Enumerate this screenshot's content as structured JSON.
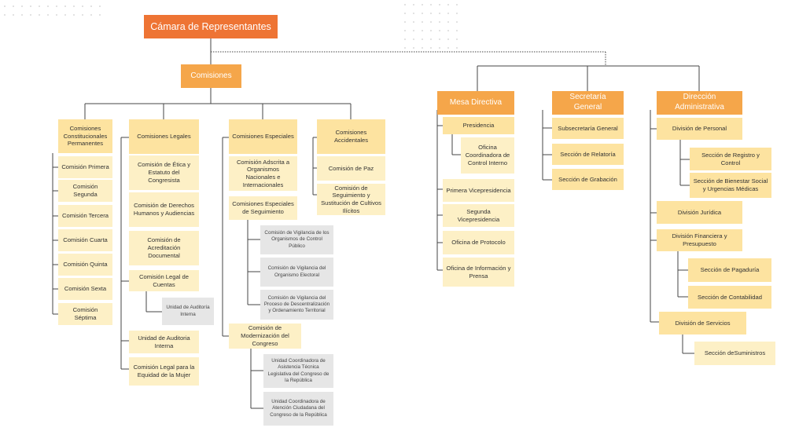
{
  "colors": {
    "top": "#ee7434",
    "branch": "#f5a64a",
    "primary": "#fde3a0",
    "secondary": "#fdf0c6",
    "tertiary": "#e6e6e6",
    "line": "#444444"
  },
  "top": "Cámara de Representantes",
  "comisiones": "Comisiones",
  "constitucionales": {
    "title": "Comisiones Constitucionales Permanentes",
    "items": [
      "Comisión Primera",
      "Comisión Segunda",
      "Comisión Tercera",
      "Comisión Cuarta",
      "Comisión Quinta",
      "Comisión Sexta",
      "Comisión Séptima"
    ]
  },
  "legales": {
    "title": "Comisiones Legales",
    "etica": "Comisión de Ética y Estatuto del Congresista",
    "derechos": "Comisión de Derechos Humanos y Audiencias",
    "acreditacion": "Comisión de Acreditación Documental",
    "cuentas": "Comisión Legal de Cuentas",
    "auditoria": "Unidad de Auditoría Interna",
    "auditoria_interna": "Unidad de Auditoria Interna",
    "equidad": "Comisión Legal para la Equidad de la Mujer"
  },
  "especiales": {
    "title": "Comisiones Especiales",
    "adscrita": "Comisión Adscrita a Organismos Nacionales e Internacionales",
    "seguimiento": "Comisiones Especiales de Seguimiento",
    "vig1": "Comisión de Vigilancia de los Organismos de Control Público",
    "vig2": "Comisión de Vigilancia del Organismo Electoral",
    "vig3": "Comisión de Vigilancia del Proceso de Descentralización y Ordenamiento Territorial",
    "modernizacion": "Comisión de Modernización del Congreso",
    "uc1": "Unidad Coordinadora de Asistencia Técnica Legislativa del Congreso de la República",
    "uc2": "Unidad Coordinadora de Atención Ciudadana del Congreso de la República"
  },
  "accidentales": {
    "title": "Comisiones Accidentales",
    "paz": "Comisión de Paz",
    "cultivos": "Comisión de Seguimiento y Sustitución de Cultivos Ilícitos"
  },
  "mesa": {
    "title": "Mesa Directiva",
    "presidencia": "Presidencia",
    "oficina_control": "Oficina Coordinadora de Control Interno",
    "primera": "Primera Vicepresidencia",
    "segunda": "Segunda Vicepresidencia",
    "protocolo": "Oficina de Protocolo",
    "prensa": "Oficina de Información y Prensa"
  },
  "secretaria": {
    "title": "Secretaría General",
    "items": [
      "Subsecretaría General",
      "Sección de Relatoría",
      "Sección de Grabación"
    ]
  },
  "direccion": {
    "title": "Dirección Administrativa",
    "personal": "División de Personal",
    "registro": "Sección de Registro y Control",
    "bienestar": "Sección de Bienestar Social y Urgencias Médicas",
    "juridica": "División Jurídica",
    "financiera": "División Financiera y Presupuesto",
    "pagaduria": "Sección de Pagaduría",
    "contabilidad": "Sección de Contabilidad",
    "servicios": "División de Servicios",
    "suministros": "Sección deSuministros"
  }
}
